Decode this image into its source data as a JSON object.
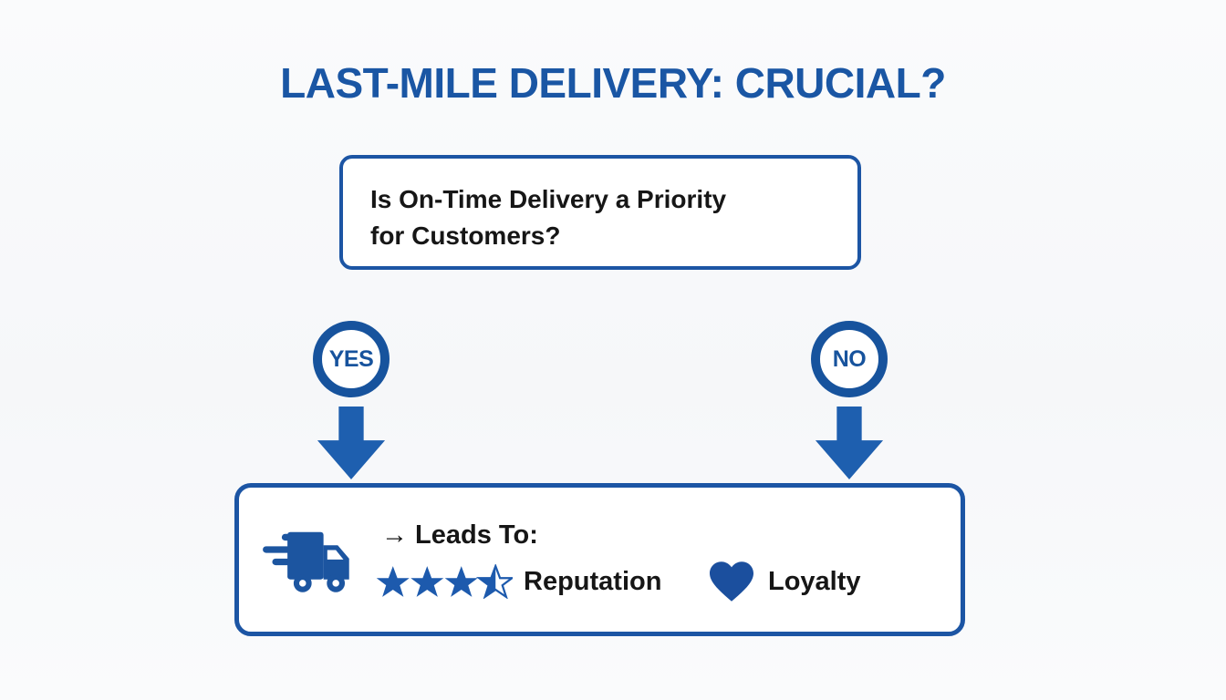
{
  "title": "LAST-MILE DELIVERY: CRUCIAL?",
  "question_box": {
    "line1": "Is On-Time Delivery a Priority",
    "line2": "for Customers?"
  },
  "branches": [
    {
      "label": "YES"
    },
    {
      "label": "NO"
    }
  ],
  "outcome_box": {
    "leads_to_label": "→ Leads To:",
    "truck_icon": "delivery-truck-icon",
    "items": [
      {
        "icon": "star-rating-icon",
        "rating": 3.5,
        "label": "Reputation"
      },
      {
        "icon": "heart-icon",
        "label": "Loyalty"
      }
    ]
  },
  "palette": {
    "title_blue": "#1a56a4",
    "ring_blue": "#17539d",
    "arrow_blue": "#1e5faf",
    "border_blue": "#1c55a4",
    "icon_blue": "#1c55a0",
    "text_black": "#161616",
    "background": "#f8f9fa",
    "box_bg": "#ffffff"
  }
}
